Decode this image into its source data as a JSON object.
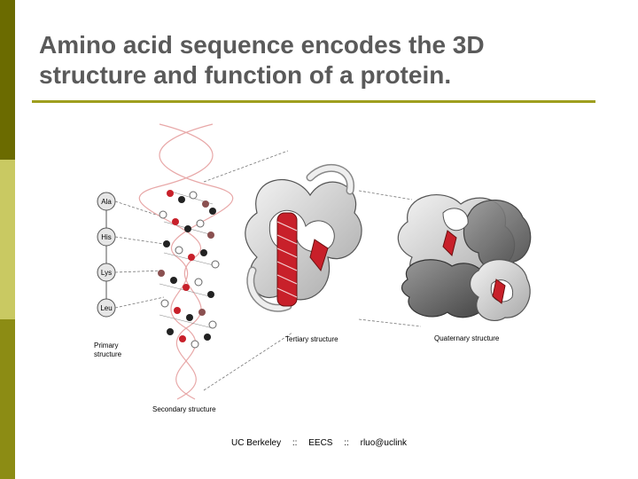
{
  "slide": {
    "title_line1": "Amino acid sequence encodes the 3D",
    "title_line2": "structure and function of a protein."
  },
  "figure": {
    "residues": [
      "Ala",
      "His",
      "Lys",
      "Leu"
    ],
    "primary_label_line1": "Primary",
    "primary_label_line2": "structure",
    "secondary_label": "Secondary structure",
    "tertiary_label": "Tertiary structure",
    "quaternary_label": "Quaternary structure"
  },
  "footer": {
    "org": "UC Berkeley",
    "sep1": "::",
    "dept": "EECS",
    "sep2": "::",
    "contact": "rluo@uclink"
  },
  "colors": {
    "sidebar_dark": "#6b6b00",
    "sidebar_light": "#c9c962",
    "title_rule": "#9e9e1e",
    "helix_red": "#c8202a"
  }
}
